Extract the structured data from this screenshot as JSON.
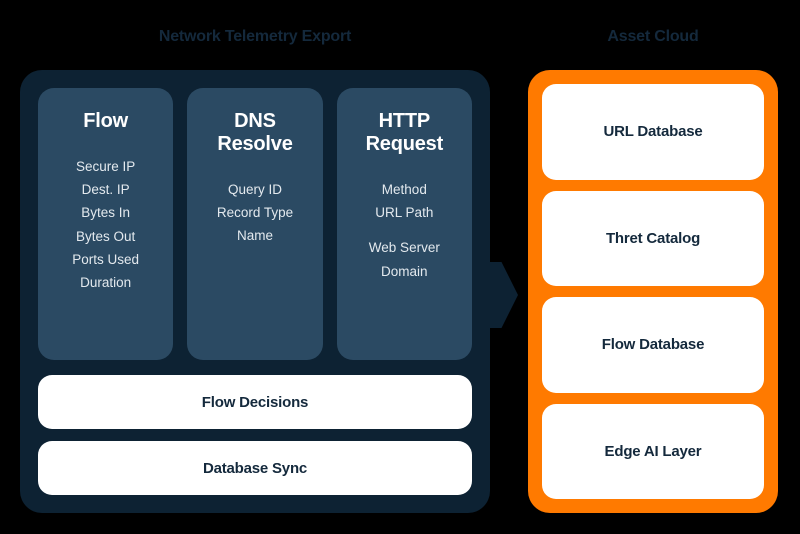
{
  "colors": {
    "background": "#000000",
    "telemetry_panel": "#0d2233",
    "protocol_card": "#2b4a63",
    "asset_panel": "#ff7a00",
    "card_surface": "#ffffff",
    "heading_text": "#14293c",
    "card_text": "#ffffff"
  },
  "telemetry": {
    "title": "Network Telemetry Export",
    "protocols": [
      {
        "title": "Flow",
        "title_lines": [
          "Flow"
        ],
        "fields": [
          "Secure IP",
          "Dest. IP",
          "Bytes In",
          "Bytes Out",
          "Ports Used",
          "Duration"
        ]
      },
      {
        "title": "DNS Resolve",
        "title_lines": [
          "DNS",
          "Resolve"
        ],
        "fields": [
          "Query ID",
          "Record Type",
          "Name"
        ]
      },
      {
        "title": "HTTP Request",
        "title_lines": [
          "HTTP",
          "Request"
        ],
        "fields": [
          "Method",
          "URL Path"
        ],
        "fields_secondary": [
          "Web Server",
          "Domain"
        ]
      }
    ],
    "action_bars": [
      {
        "label": "Flow Decisions"
      },
      {
        "label": "Database Sync"
      }
    ]
  },
  "asset_cloud": {
    "title": "Asset Cloud",
    "services": [
      {
        "label": "URL Database"
      },
      {
        "label": "Thret Catalog"
      },
      {
        "label": "Flow Database"
      },
      {
        "label": "Edge AI Layer"
      }
    ]
  }
}
